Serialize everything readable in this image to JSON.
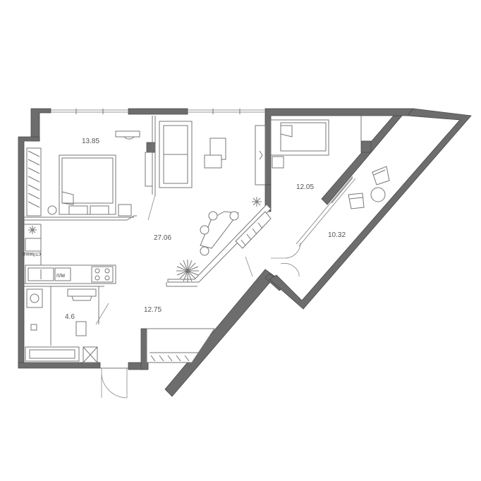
{
  "rooms": {
    "bedroom_1_area": "13.85",
    "living_area": "27.06",
    "bedroom_2_area": "12.05",
    "balcony_area": "10.32",
    "bathroom_area": "4.6",
    "hall_area": "12.75"
  },
  "labels": {
    "dishwasher": "п/м",
    "washer_dryer": "ст/маш"
  },
  "colors": {
    "wall": "#6d6d6d",
    "line": "#777777"
  }
}
